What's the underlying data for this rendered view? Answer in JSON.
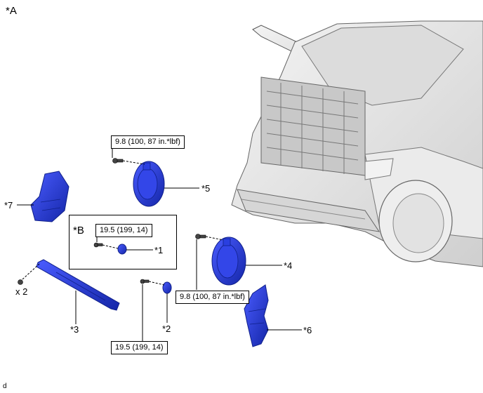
{
  "view_label": "*A",
  "detail_label": "*B",
  "callouts": {
    "c1": "*1",
    "c2": "*2",
    "c3": "*3",
    "c4": "*4",
    "c5": "*5",
    "c6": "*6",
    "c7": "*7"
  },
  "quantity_label": "x 2",
  "torque_specs": {
    "t5": "9.8 (100, 87 in.*lbf)",
    "t1": "19.5 (199, 14)",
    "t4": "9.8 (100, 87 in.*lbf)",
    "t2": "19.5 (199, 14)"
  },
  "footer_code": "d",
  "colors": {
    "part_fill": "#2a3fe0",
    "part_dark": "#1426a8",
    "vehicle_line": "#555555",
    "vehicle_fill": "#e6e6e6"
  }
}
